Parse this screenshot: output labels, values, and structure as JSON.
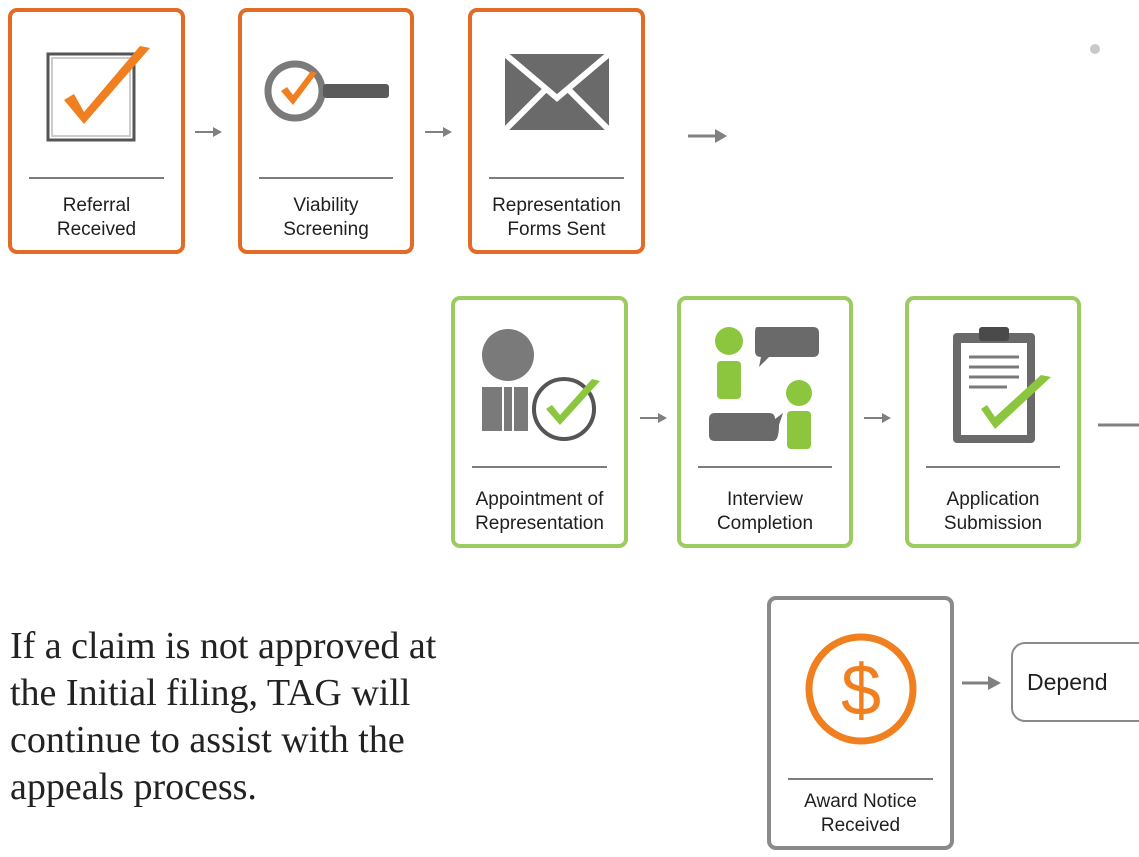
{
  "steps": {
    "referral": {
      "label": "Referral\nReceived",
      "color": "#e26b26"
    },
    "viability": {
      "label": "Viability\nScreening",
      "color": "#e26b26"
    },
    "forms": {
      "label": "Representation\nForms Sent",
      "color": "#e26b26"
    },
    "appointment": {
      "label": "Appointment of\nRepresentation",
      "color": "#9ccb62"
    },
    "interview": {
      "label": "Interview\nCompletion",
      "color": "#9ccb62"
    },
    "application": {
      "label": "Application\nSubmission",
      "color": "#9ccb62"
    },
    "award": {
      "label": "Award Notice\nReceived",
      "color": "#8a8a8a"
    }
  },
  "dependents_box": {
    "label": "Depend"
  },
  "body_text": "If a claim is not approved at\nthe Initial filing, TAG will\ncontinue to assist with the\nappeals process.",
  "icons": {
    "referral": "checkbox-check-icon",
    "viability": "magnifier-check-icon",
    "forms": "envelope-icon",
    "appointment": "people-check-icon",
    "interview": "conversation-icon",
    "application": "clipboard-check-icon",
    "award": "dollar-coin-icon"
  },
  "colors": {
    "orange": "#e26b26",
    "green": "#9ccb62",
    "gray": "#8a8a8a",
    "check_orange": "#f07f1f",
    "check_green": "#8cc63f"
  }
}
